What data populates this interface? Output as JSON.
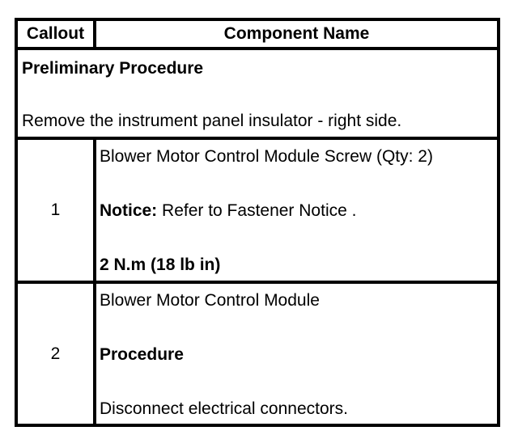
{
  "page": {
    "background_color": "#ffffff",
    "border_color": "#000000",
    "text_color": "#000000"
  },
  "table": {
    "header": {
      "callout_label": "Callout",
      "component_label": "Component Name"
    },
    "preliminary": {
      "title": "Preliminary Procedure",
      "instruction": "Remove the instrument panel insulator - right side."
    },
    "rows": [
      {
        "callout": "1",
        "component": "Blower Motor Control Module Screw (Qty: 2)",
        "notice_label": "Notice:",
        "notice_text": " Refer to Fastener Notice .",
        "torque": "2 N.m (18 lb in)"
      },
      {
        "callout": "2",
        "component": "Blower Motor Control Module",
        "procedure_label": "Procedure",
        "procedure_text": "Disconnect electrical connectors."
      }
    ]
  }
}
